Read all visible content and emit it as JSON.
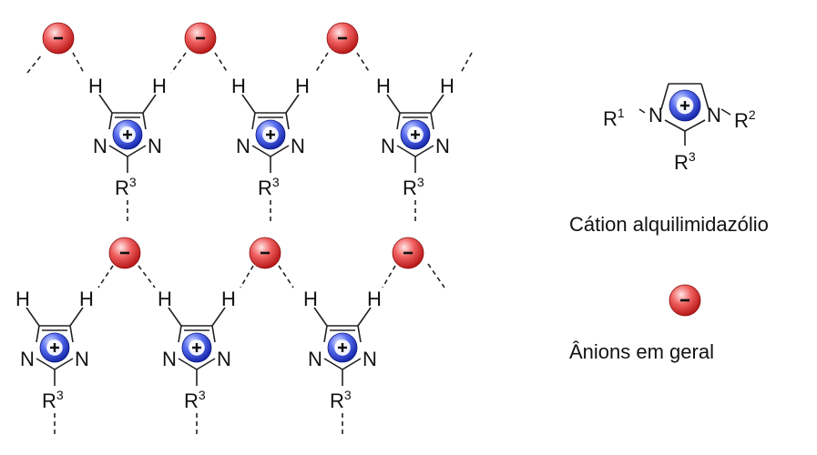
{
  "labels": {
    "hydrogen": "H",
    "nitrogen": "N",
    "r_symbol": "R",
    "r1_sup": "1",
    "r2_sup": "2",
    "r3_sup": "3",
    "cation_sign": "+",
    "anion_sign": "-"
  },
  "legend": {
    "cation_caption": "Cátion alquilimidazólio",
    "anion_caption": "Ânions em geral"
  },
  "colors": {
    "anion": "#e23a3a",
    "cation": "#2a3fd6",
    "bond": "#222222"
  }
}
